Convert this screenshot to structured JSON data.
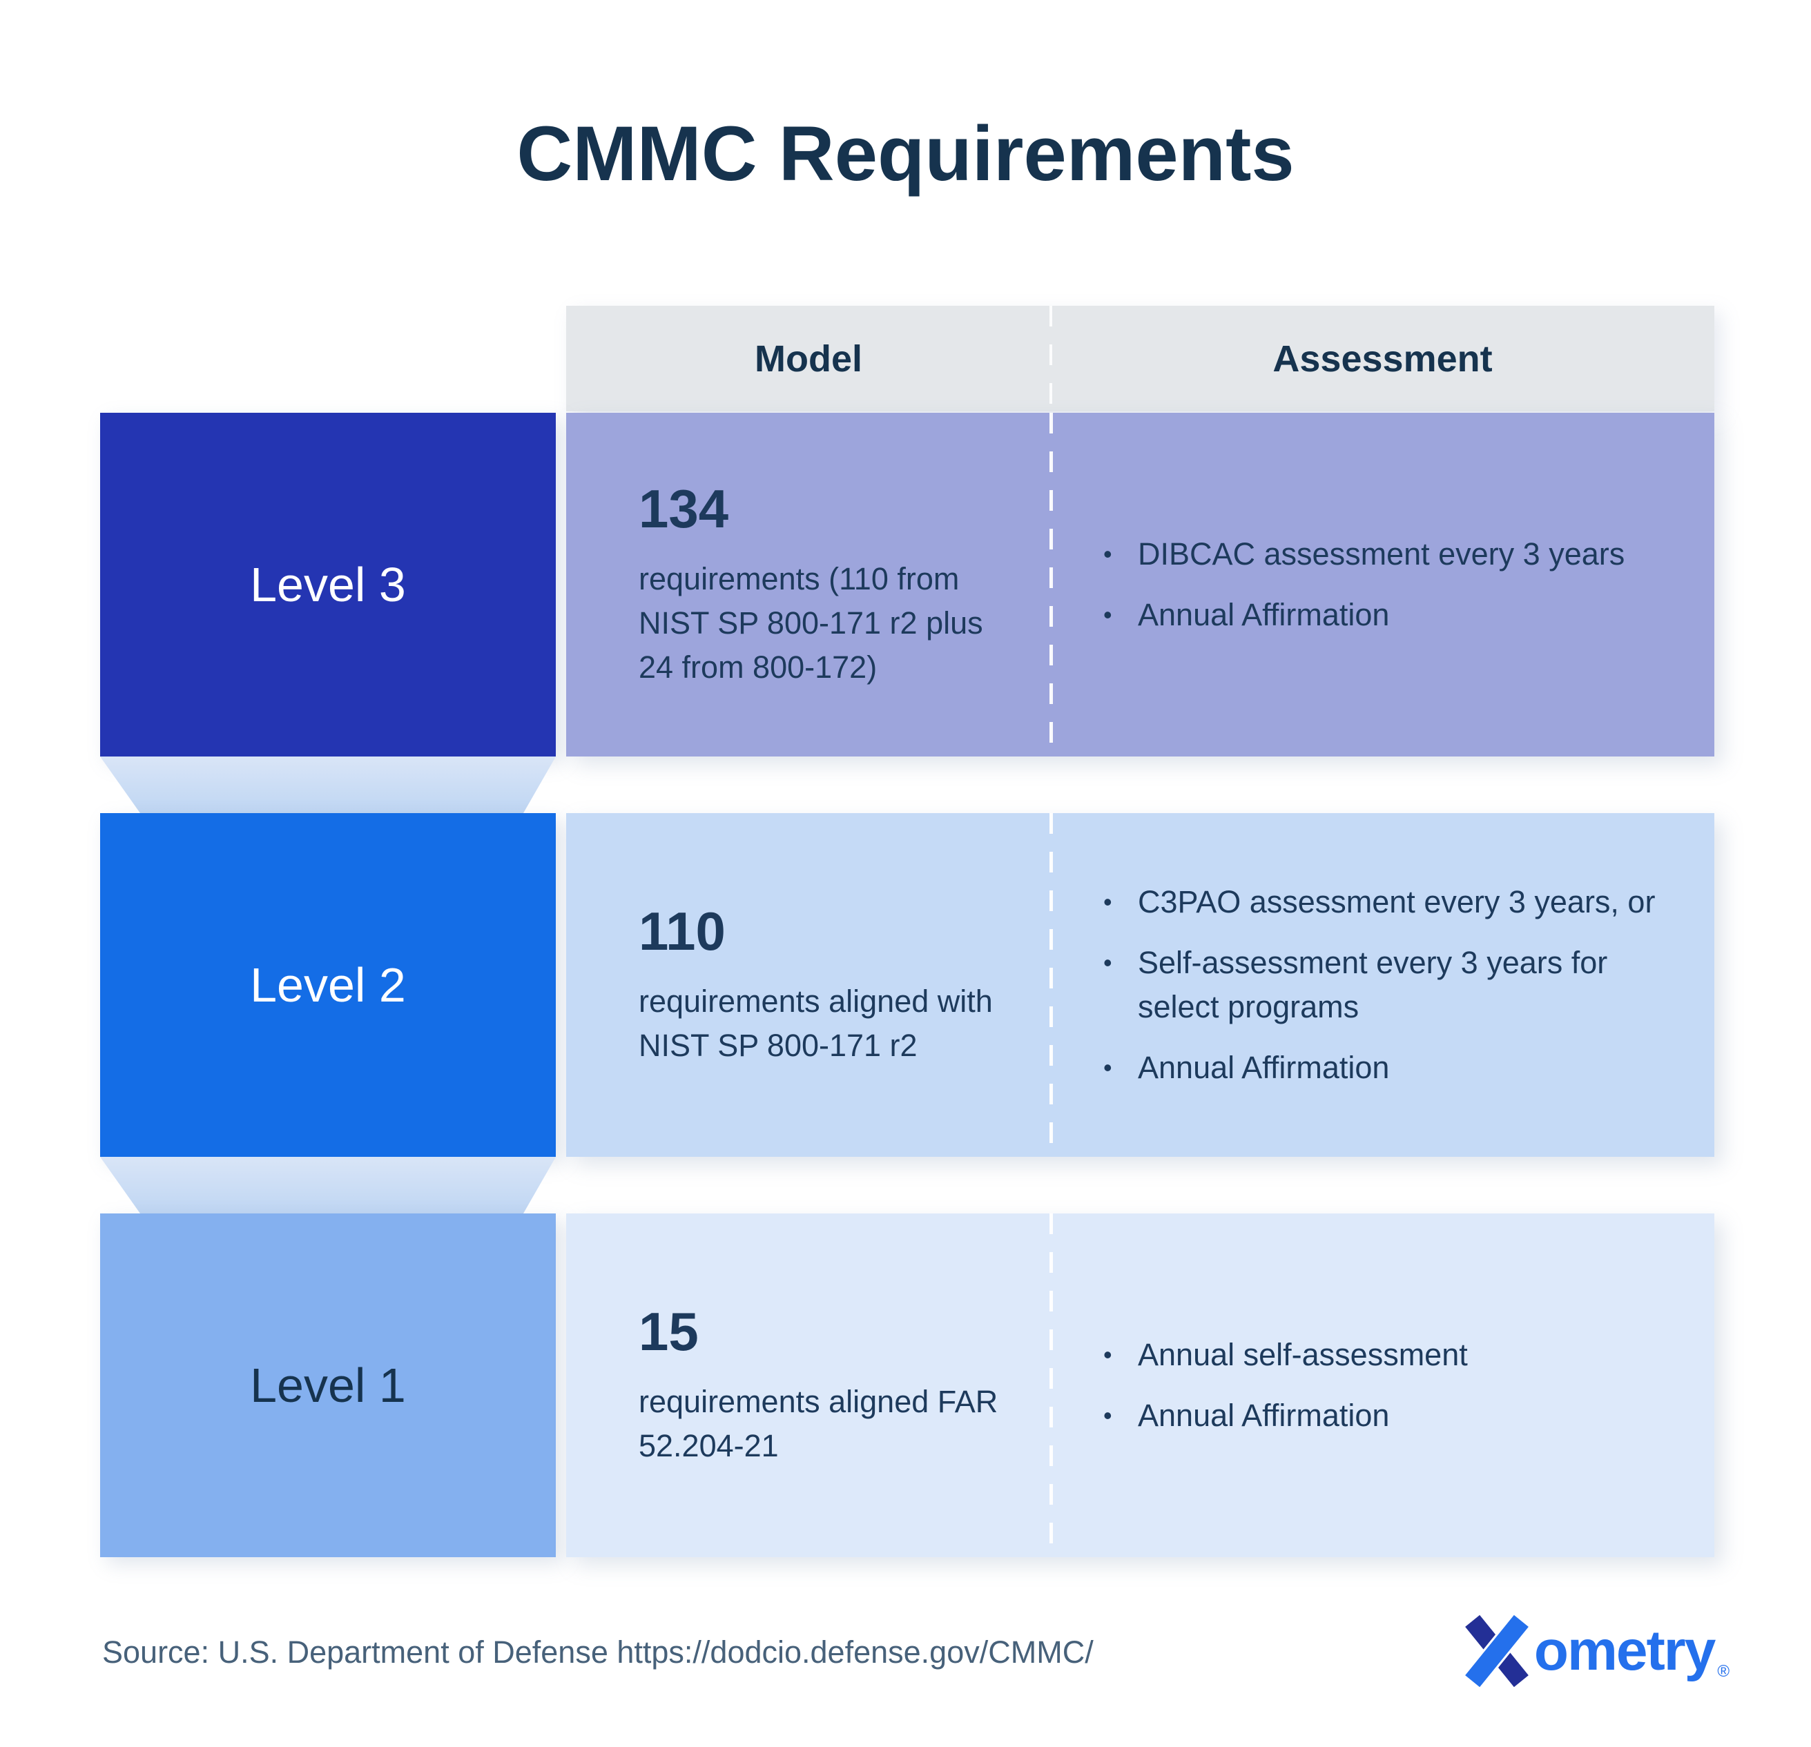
{
  "title": "CMMC Requirements",
  "table": {
    "columns": {
      "model": "Model",
      "assessment": "Assessment"
    },
    "rows": [
      {
        "level": "Level 3",
        "model_number": "134",
        "model_text": "requirements (110 from NIST SP 800-171 r2 plus 24 from 800-172)",
        "bullet": "•",
        "assessment": [
          "DIBCAC assessment every 3 years",
          "Annual Affirmation"
        ]
      },
      {
        "level": "Level 2",
        "model_number": "110",
        "model_text": "requirements aligned with NIST SP 800-171 r2",
        "bullet": "•",
        "assessment": [
          "C3PAO assessment every 3 years, or",
          "Self-assessment every 3 years for select programs",
          "Annual Affirmation"
        ]
      },
      {
        "level": "Level 1",
        "model_number": "15",
        "model_text": "requirements aligned FAR 52.204-21",
        "bullet": "•",
        "assessment": [
          "Annual self-assessment",
          "Annual Affirmation"
        ]
      }
    ]
  },
  "footer": {
    "source": "Source: U.S. Department of Defense https://dodcio.defense.gov/CMMC/",
    "logo_wordmark": "ometry",
    "logo_registered": "®"
  },
  "colors": {
    "title_text": "#16334e",
    "header_bg": "#e4e7ea",
    "level3_badge_bg": "#2435b2",
    "level3_cell_bg": "#9da5dc",
    "level2_badge_bg": "#146de6",
    "level2_cell_bg": "#c5daf6",
    "level1_badge_bg": "#84b0ef",
    "level1_cell_bg": "#dde9fa",
    "funnel_fill": "#c9dcf4",
    "body_text": "#1d3a5c",
    "source_text": "#47617a",
    "brand_blue": "#2470ec",
    "brand_dark_blue": "#232f96"
  }
}
